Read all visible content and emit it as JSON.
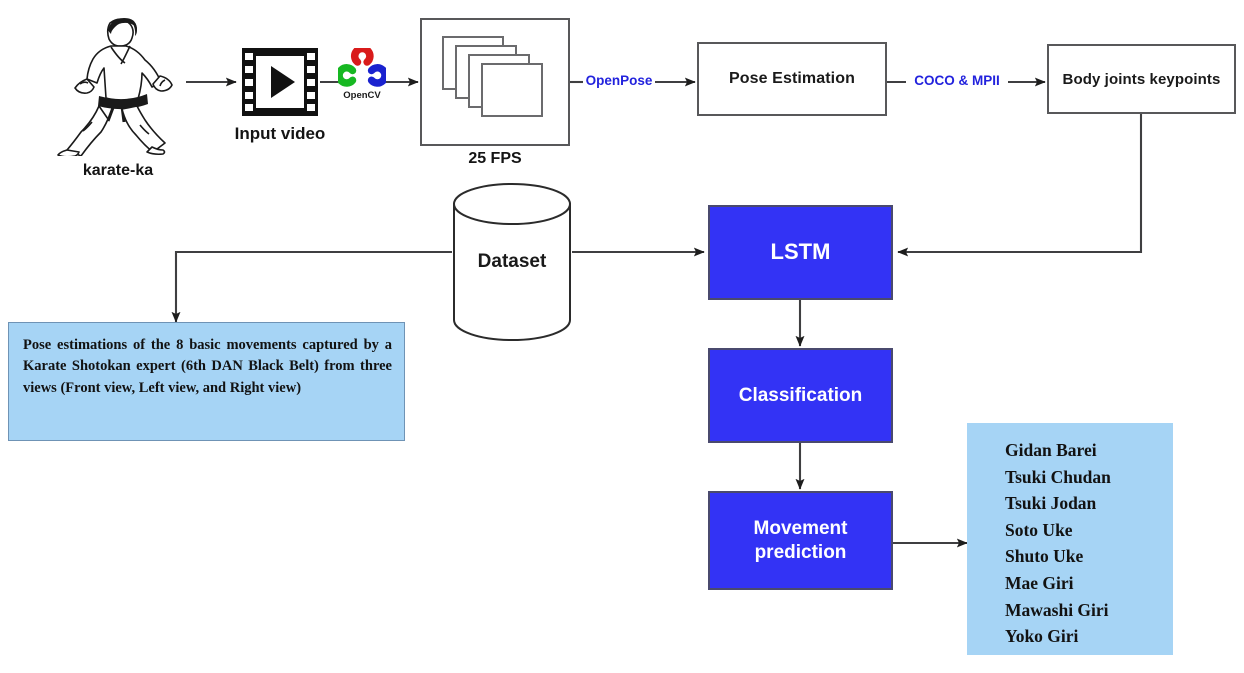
{
  "diagram": {
    "title": "Karate movement recognition pipeline",
    "colors": {
      "process_blue": "#3333f5",
      "note_blue": "#a6d4f5",
      "edge_label_blue": "#2222dd",
      "line_gray": "#58585a"
    }
  },
  "actor": {
    "caption": "karate-ka",
    "icon": "karateka-figure-icon"
  },
  "input_video": {
    "caption": "Input video",
    "icon": "film-strip-play-icon"
  },
  "opencv": {
    "label": "OpenCV",
    "icon": "opencv-logo-icon"
  },
  "frames": {
    "caption": "25 FPS",
    "frame_count": 4
  },
  "edges": {
    "openpose": "OpenPose",
    "coco_mpii": "COCO & MPII"
  },
  "boxes": {
    "pose_estimation": "Pose Estimation",
    "body_joints": "Body joints keypoints",
    "dataset": "Dataset",
    "lstm": "LSTM",
    "classification": "Classification",
    "movement_prediction_line1": "Movement",
    "movement_prediction_line2": "prediction"
  },
  "description_note": {
    "text": "Pose estimations of the 8 basic movements captured by a Karate Shotokan expert (6th DAN Black Belt) from three views (Front view, Left view, and Right view)"
  },
  "movements_note": {
    "items": [
      "Gidan Barei",
      "Tsuki Chudan",
      "Tsuki Jodan",
      "Soto Uke",
      "Shuto Uke",
      "Mae Giri",
      "Mawashi Giri",
      "Yoko Giri"
    ]
  }
}
